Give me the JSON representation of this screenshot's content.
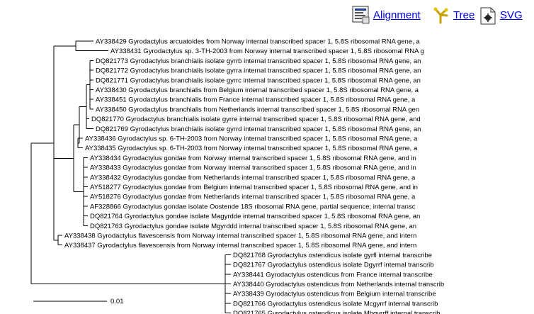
{
  "toolbar": {
    "alignment_label": "Alignment",
    "tree_label": "Tree",
    "svg_label": "SVG"
  },
  "colors": {
    "link": "#0000ee",
    "branch": "#000000"
  },
  "icons": [
    "alignment-icon",
    "tree-icon",
    "svg-icon"
  ],
  "tree": {
    "leaves": [
      "AY338429 Gyrodactylus arcuatoides from Norway internal transcribed spacer 1, 5.8S ribosomal RNA gene, a",
      "AY338431 Gyrodactylus sp. 3-TH-2003 from Norway internal transcribed spacer 1, 5.8S ribosomal RNA g",
      "DQ821773 Gyrodactylus branchialis isolate gyrrb internal transcribed spacer 1, 5.8S ribosomal RNA gene, an",
      "DQ821772 Gyrodactylus branchialis isolate gyrra internal transcribed spacer 1, 5.8S ribosomal RNA gene, an",
      "DQ821771 Gyrodactylus branchialis isolate gyrrc internal transcribed spacer 1, 5.8S ribosomal RNA gene, an",
      "AY338430 Gyrodactylus branchialis from Belgium internal transcribed spacer 1, 5.8S ribosomal RNA gene, a",
      "AY338451 Gyrodactylus branchialis from France internal transcribed spacer 1, 5.8S ribosomal RNA gene, a",
      "AY338450 Gyrodactylus branchialis from Netherlands internal transcribed spacer 1, 5.8S ribosomal RNA gen",
      "DQ821770 Gyrodactylus branchialis isolate gyrre internal transcribed spacer 1, 5.8S ribosomal RNA gene, and",
      "DQ821769 Gyrodactylus branchialis isolate gyrrd internal transcribed spacer 1, 5.8S ribosomal RNA gene, an",
      "AY338436 Gyrodactylus sp. 6-TH-2003 from Norway internal transcribed spacer 1, 5.8S ribosomal RNA gene, a",
      "AY338435 Gyrodactylus sp. 6-TH-2003 from Norway internal transcribed spacer 1, 5.8S ribosomal RNA gene, a",
      "AY338434 Gyrodactylus gondae from Norway internal transcribed spacer 1, 5.8S ribosomal RNA gene, and in",
      "AY338433 Gyrodactylus gondae from Norway internal transcribed spacer 1, 5.8S ribosomal RNA gene, and in",
      "AY338432 Gyrodactylus gondae from Netherlands internal transcribed spacer 1, 5.8S ribosomal RNA gene, a",
      "AY518277 Gyrodactylus gondae from Belgium internal transcribed spacer 1, 5.8S ribosomal RNA gene, and in",
      "AY518276 Gyrodactylus gondae from Netherlands internal transcribed spacer 1, 5.8S ribosomal RNA gene, a",
      "AF328866 Gyrodactylus gondae isolate Oostende 18S ribosomal RNA gene, partial sequence; internal transc",
      "DQ821764 Gyrodactylus gondae isolate Magyrdde internal transcribed spacer 1, 5.8S ribosomal RNA gene, an",
      "DQ821763 Gyrodactylus gondae isolate Mgyrddd internal transcribed spacer 1, 5.8S ribosomal RNA gene, an",
      "AY338438 Gyrodactylus flavescensis from Norway internal transcribed spacer 1, 5.8S ribosomal RNA gene, and intern",
      "AY338437 Gyrodactylus flavescensis from Norway internal transcribed spacer 1, 5.8S ribosomal RNA gene, and intern",
      "DQ821768 Gyrodactylus ostendicus isolate gyrfl internal transcribe",
      "DQ821767 Gyrodactylus ostendicus isolate Dgyrrf internal transcrib",
      "AY338441 Gyrodactylus ostendicus from France internal transcribe",
      "AY338440 Gyrodactylus ostendicus from Netherlands internal transcrib",
      "AY338439 Gyrodactylus ostendicus from Belgium internal transcribe",
      "DQ821766 Gyrodactylus ostendicus isolate Mcgyrrf internal transcrib",
      "DQ821765 Gyrodactylus ostendicus isolate Mbgyrrff internal transcrib"
    ],
    "scale_label": "0.01"
  }
}
